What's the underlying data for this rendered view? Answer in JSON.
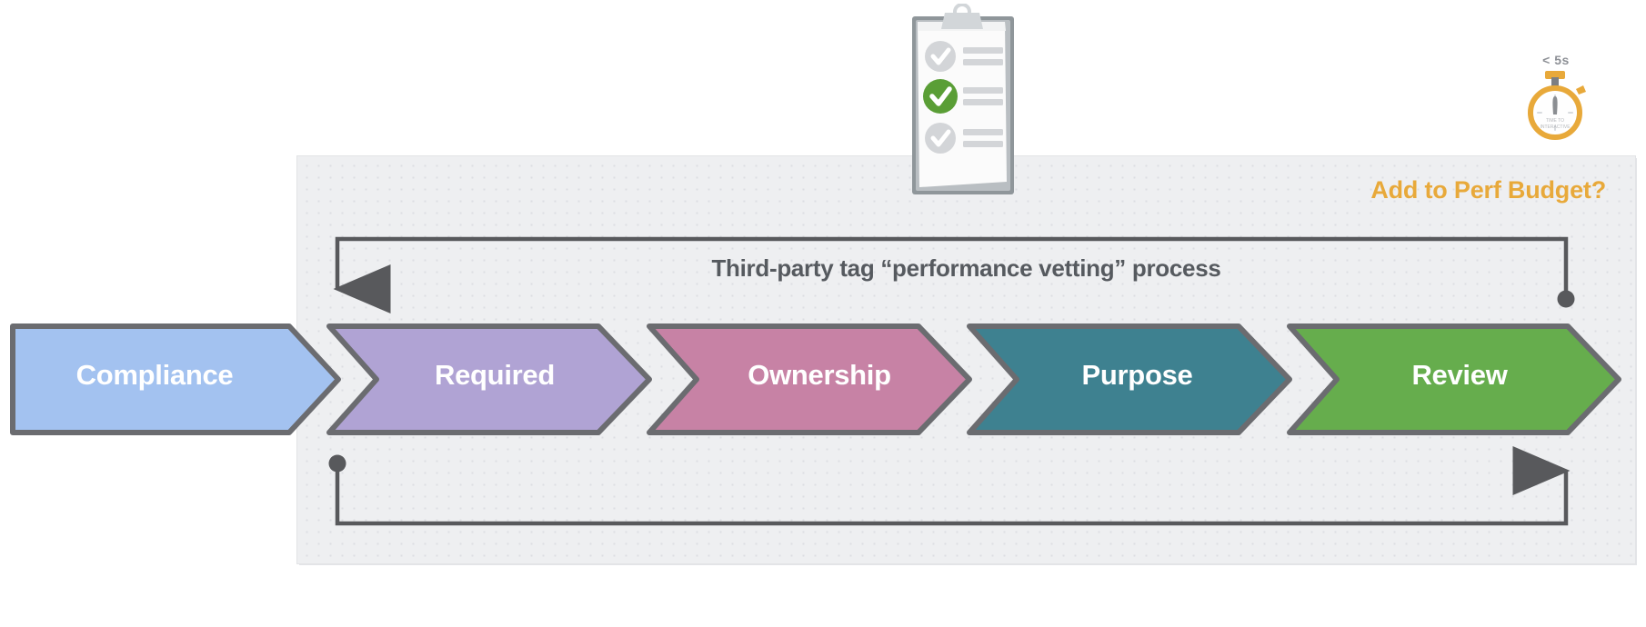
{
  "diagram": {
    "title": "Third-party tag “performance vetting” process",
    "perf_budget_label": "Add to Perf Budget?",
    "panel": {
      "background": "#eeeff1",
      "dot_color": "#dcdee2"
    },
    "accent_color": "#e8a93a",
    "text_color": "#565a5f",
    "line_color": "#58595c",
    "stages": [
      {
        "label": "Compliance",
        "color": "#a3c2f0",
        "stroke": "#6b6c70",
        "left_shape": "flat"
      },
      {
        "label": "Required",
        "color": "#b0a3d4",
        "stroke": "#6b6c70",
        "left_shape": "notch"
      },
      {
        "label": "Ownership",
        "color": "#c782a5",
        "stroke": "#6b6c70",
        "left_shape": "notch"
      },
      {
        "label": "Purpose",
        "color": "#3e8190",
        "stroke": "#6b6c70",
        "left_shape": "notch"
      },
      {
        "label": "Review",
        "color": "#66ad4d",
        "stroke": "#6b6c70",
        "left_shape": "notch"
      }
    ],
    "stopwatch": {
      "threshold_label": "< 5s",
      "face_line_1": "TIME TO",
      "face_line_2": "INTERACTIVE",
      "color": "#e8a93a"
    },
    "clipboard": {
      "items_total": 3,
      "items_checked_highlight": 1,
      "check_color": "#5a9e36",
      "muted_color": "#c9cbce"
    },
    "loops": {
      "top": {
        "start_marker": "dot",
        "end_marker": "arrow",
        "direction": "right-to-left"
      },
      "bottom": {
        "start_marker": "dot",
        "end_marker": "arrow",
        "direction": "left-to-right"
      }
    }
  },
  "chart_data": {
    "type": "diagram",
    "title": "Third-party tag “performance vetting” process",
    "sequence": [
      "Compliance",
      "Required",
      "Ownership",
      "Purpose",
      "Review"
    ],
    "decision": "Add to Perf Budget?",
    "feedback_loops": 2,
    "metric": "< 5s"
  }
}
